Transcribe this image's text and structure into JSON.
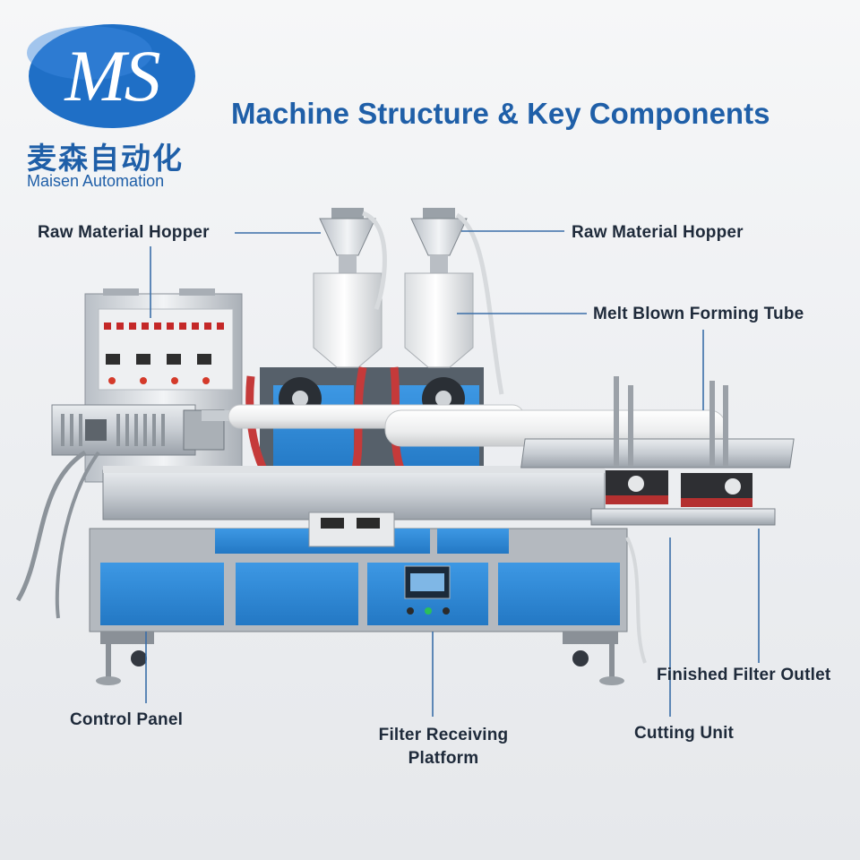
{
  "brand": {
    "logo_text": "MS",
    "name_cn": "麦森自动化",
    "name_en": "Maisen Automation"
  },
  "title": "Machine Structure & Key Components",
  "labels": {
    "hopper_left": "Raw Material Hopper",
    "hopper_right": "Raw Material Hopper",
    "forming_tube": "Melt Blown Forming Tube",
    "finished_outlet": "Finished Filter Outlet",
    "control_panel": "Control Panel",
    "receiving_platform_line1": "Filter Receiving",
    "receiving_platform_line2": "Platform",
    "cutting_unit": "Cutting Unit"
  },
  "colors": {
    "title_blue": "#1f5fa8",
    "cabinet_blue": "#2f8ad8",
    "callout_line": "#3a6ea8",
    "label_text": "#1e2a3a"
  }
}
